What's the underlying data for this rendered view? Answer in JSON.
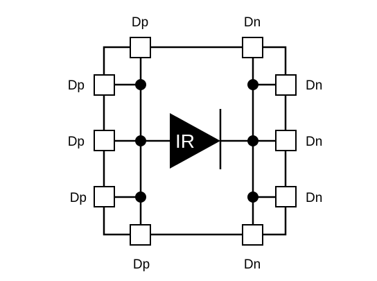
{
  "colors": {
    "line": "#000000",
    "pad_fill": "#ffffff",
    "diode_fill": "#000000",
    "diode_text": "#ffffff",
    "background": "#ffffff"
  },
  "diode": {
    "label": "IR"
  },
  "labels": {
    "top_left": "Dp",
    "top_right": "Dn",
    "left_upper": "Dp",
    "left_middle": "Dp",
    "left_lower": "Dp",
    "right_upper": "Dn",
    "right_middle": "Dn",
    "right_lower": "Dn",
    "bottom_left": "Dp",
    "bottom_right": "Dn"
  }
}
